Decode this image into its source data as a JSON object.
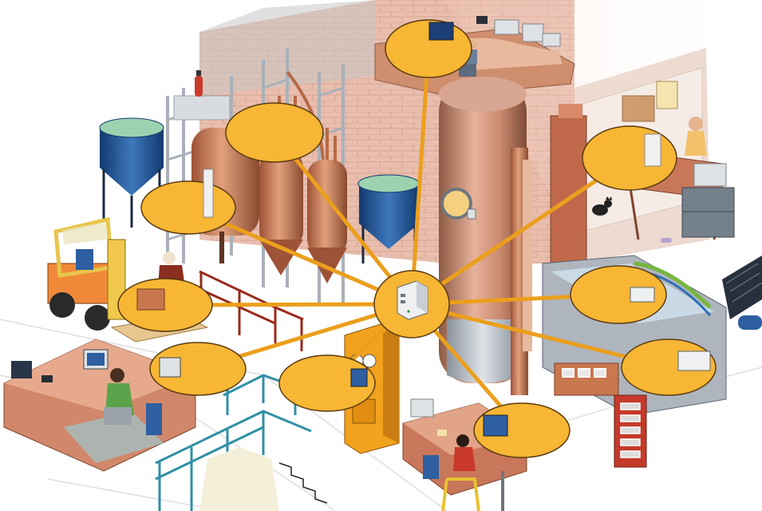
{
  "diagram": {
    "hub": {
      "name": "central-gateway-hub"
    },
    "nodes": [
      {
        "id": "control-room-operator"
      },
      {
        "id": "office-worker-pc"
      },
      {
        "id": "distillation-column-sensors"
      },
      {
        "id": "temperature-probe"
      },
      {
        "id": "shipping-package-station"
      },
      {
        "id": "operator-terminal-display"
      },
      {
        "id": "control-cabinet-panel"
      },
      {
        "id": "lab-workstation"
      },
      {
        "id": "machine-control-buttons"
      },
      {
        "id": "solar-panel-conveyor"
      }
    ]
  },
  "colors": {
    "node_fill": "#f7b634",
    "node_stroke": "#5a3a10",
    "connector": "#eb9f1c",
    "copper": "#c9774f",
    "steel": "#b8bec5",
    "brick": "#e8bcaa",
    "blue_tank": "#1d4f8e",
    "desk": "#c9775a",
    "forklift": "#f08a3a"
  }
}
